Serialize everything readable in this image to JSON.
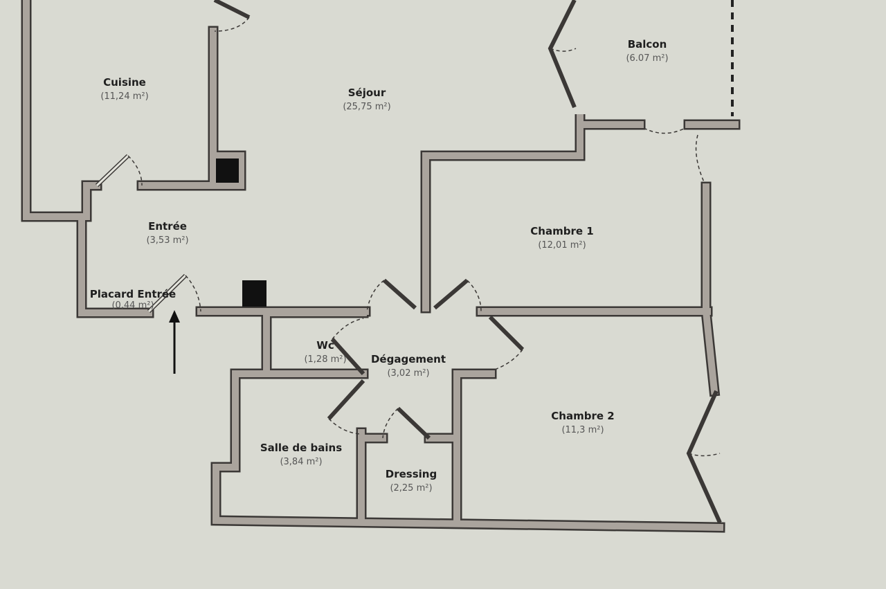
{
  "rooms": [
    {
      "name": "Cuisine",
      "area": "(11,24 m²)"
    },
    {
      "name": "Séjour",
      "area": "(25,75 m²)"
    },
    {
      "name": "Balcon",
      "area": "(6.07 m²)"
    },
    {
      "name": "Entrée",
      "area": "(3,53 m²)"
    },
    {
      "name": "Placard Entrée",
      "area": "(0,44 m²)"
    },
    {
      "name": "Chambre 1",
      "area": "(12,01 m²)"
    },
    {
      "name": "Wc",
      "area": "(1,28 m²)"
    },
    {
      "name": "Dégagement",
      "area": "(3,02 m²)"
    },
    {
      "name": "Chambre 2",
      "area": "(11,3 m²)"
    },
    {
      "name": "Salle de bains",
      "area": "(3,84 m²)"
    },
    {
      "name": "Dressing",
      "area": "(2,25 m²)"
    }
  ],
  "colors": {
    "paper": "#d9dad2",
    "wall": "#aaa49d",
    "outline": "#3b3836",
    "shaft": "#111111"
  }
}
